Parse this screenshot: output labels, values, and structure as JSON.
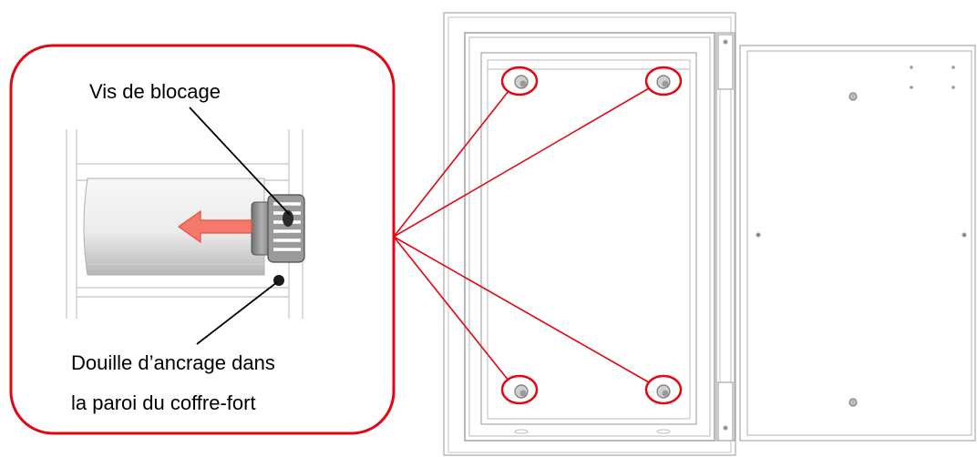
{
  "callout": {
    "screw_label": "Vis de blocage",
    "anchor_label_line1": "Douille d’ancrage dans",
    "anchor_label_line2": "la paroi du coffre-fort"
  },
  "colors": {
    "callout_border": "#e30613",
    "arrow_fill": "#f4796b",
    "arrow_stroke": "#e8503f",
    "drawing_line": "#a8a8a8",
    "drawing_light": "#d4d4d4"
  },
  "icons": {
    "removal_arrow": "arrow-left-icon",
    "hinge": "hinge-icon"
  }
}
